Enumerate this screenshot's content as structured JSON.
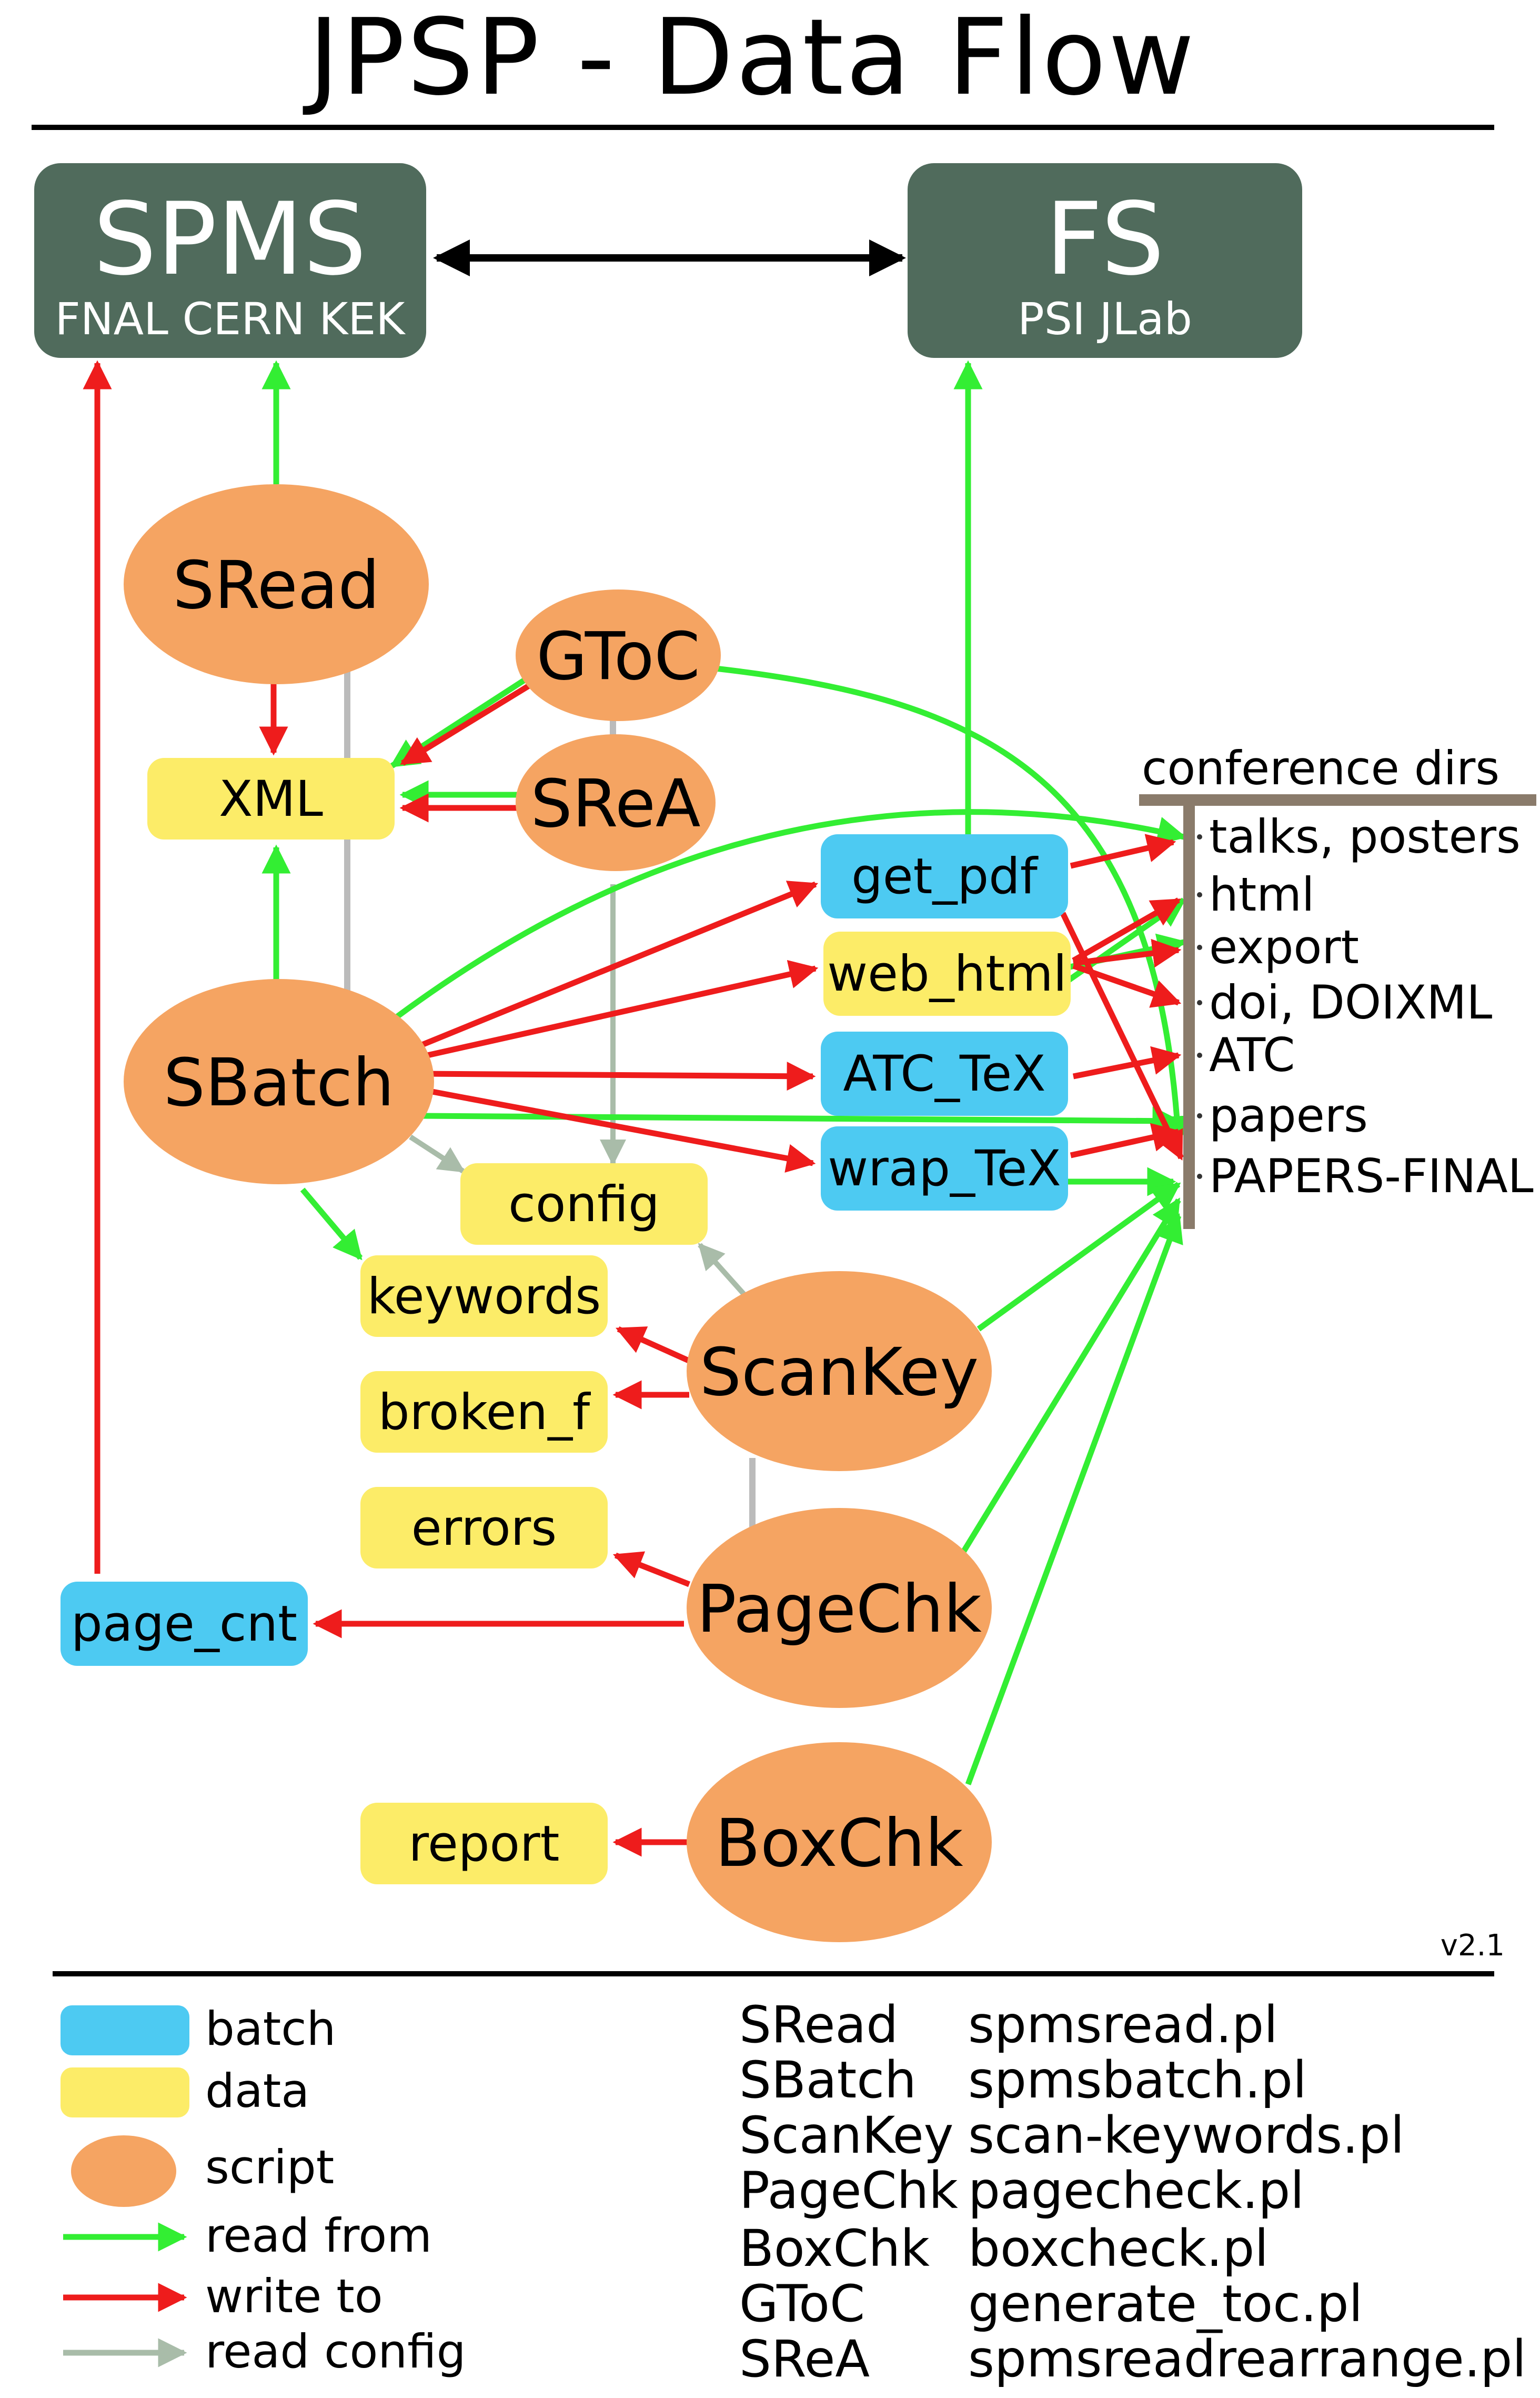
{
  "title": "JPSP - Data Flow",
  "systems": {
    "spms": {
      "name": "SPMS",
      "sites": "FNAL CERN KEK"
    },
    "fs": {
      "name": "FS",
      "sites": "PSI JLab"
    }
  },
  "scripts": {
    "sread": "SRead",
    "gtoc": "GToC",
    "srea": "SReA",
    "sbatch": "SBatch",
    "scankey": "ScanKey",
    "pagechk": "PageChk",
    "boxchk": "BoxChk"
  },
  "batch": {
    "get_pdf": "get_pdf",
    "web_html": "web_html",
    "atc_tex": "ATC_TeX",
    "wrap_tex": "wrap_TeX",
    "page_cnt": "page_cnt"
  },
  "data": {
    "xml": "XML",
    "config": "config",
    "keywords": "keywords",
    "broken_f": "broken_f",
    "errors": "errors",
    "report": "report"
  },
  "conference_dirs": {
    "title": "conference dirs",
    "items": [
      "talks, posters",
      "html",
      "export",
      "doi, DOIXML",
      "ATC",
      "papers",
      "PAPERS-FINAL"
    ]
  },
  "version": "v2.1",
  "legend": {
    "batch": "batch",
    "data": "data",
    "script": "script",
    "read_from": "read from",
    "write_to": "write to",
    "read_config": "read config"
  },
  "script_map": [
    {
      "short": "SRead",
      "file": "spmsread.pl"
    },
    {
      "short": "SBatch",
      "file": "spmsbatch.pl"
    },
    {
      "short": "ScanKey",
      "file": "scan-keywords.pl"
    },
    {
      "short": "PageChk",
      "file": "pagecheck.pl"
    },
    {
      "short": "BoxChk",
      "file": "boxcheck.pl"
    },
    {
      "short": "GToC",
      "file": "generate_toc.pl"
    },
    {
      "short": "SReA",
      "file": "spmsreadrearrange.pl"
    }
  ],
  "colors": {
    "system": "#506b5c",
    "script": "#f5a462",
    "batch": "#4dcaf2",
    "data": "#fcec68",
    "read": "#33ee33",
    "write": "#ee1c1c",
    "config": "#a9bca9",
    "dirbar": "#8a7b6b"
  }
}
